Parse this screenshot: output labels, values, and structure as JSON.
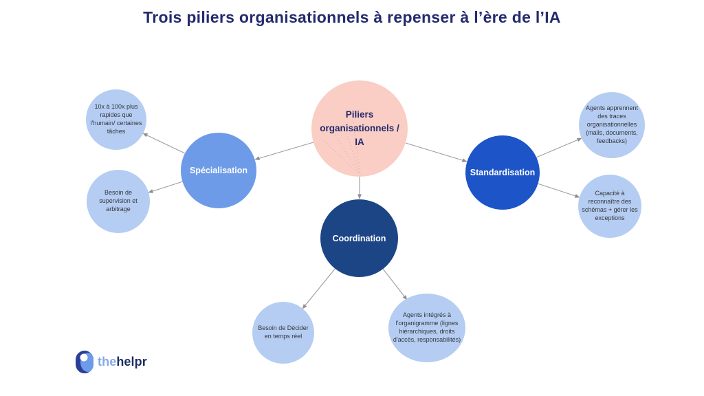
{
  "title": "Trois piliers organisationnels à repenser à l’ère de l’IA",
  "diagram": {
    "center": {
      "label": "Piliers organisationnels / IA"
    },
    "pillars": [
      {
        "label": "Spécialisation",
        "satellites": [
          {
            "label": "10x à 100x plus rapides que l'humain/ certaines tâches"
          },
          {
            "label": "Besoin de supervision et arbitrage"
          }
        ]
      },
      {
        "label": "Standardisation",
        "satellites": [
          {
            "label": "Agents apprennent des traces organisationnelles (mails, documents, feedbacks)"
          },
          {
            "label": "Capacité à reconnaître des schémas + gérer les exceptions"
          }
        ]
      },
      {
        "label": "Coordination",
        "satellites": [
          {
            "label": "Besoin de Décider en temps réel"
          },
          {
            "label": "Agents intégrés à l'organigramme (lignes hiérarchiques, droits d'accès, responsabilités)"
          }
        ]
      }
    ]
  },
  "logo": {
    "prefix": "the",
    "suffix": "helpr"
  },
  "colors": {
    "title_text": "#232b6d",
    "center_fill": "#facdc5",
    "center_text": "#232b6d",
    "pillar_specialisation_fill": "#6d9be8",
    "pillar_standardisation_fill": "#1d55c8",
    "pillar_coordination_fill": "#1c4586",
    "pillar_text": "#ffffff",
    "satellite_fill": "#b5cdf2",
    "satellite_text": "#35363c",
    "arrow": "#9d9d9d",
    "logo_prefix_text": "#84a9ea",
    "logo_suffix_text": "#1b2d63"
  }
}
